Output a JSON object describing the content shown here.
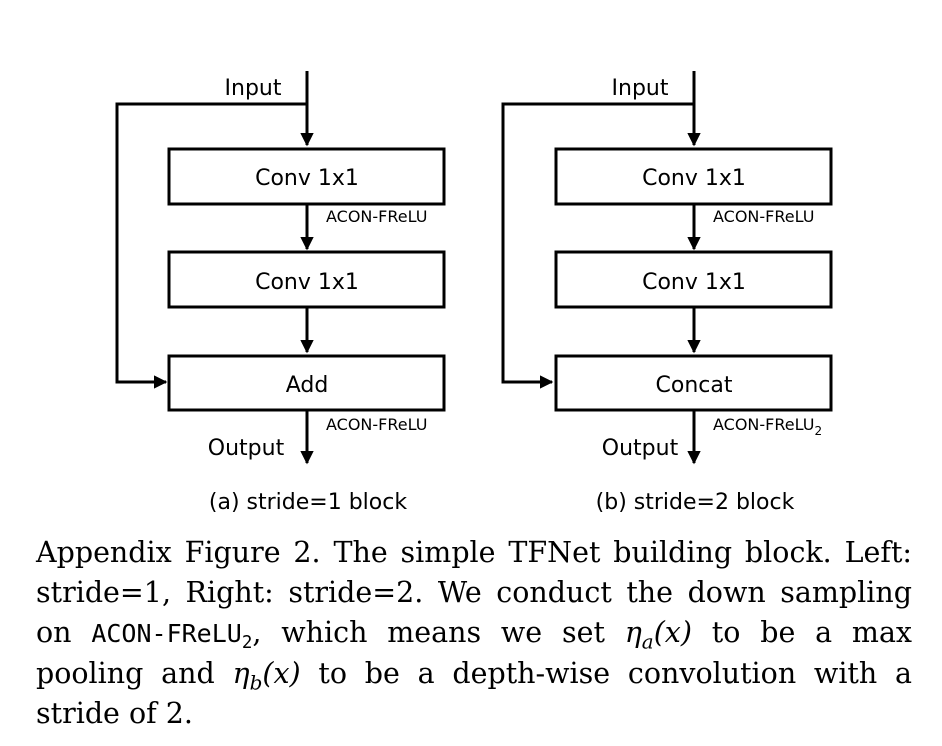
{
  "diagram_a": {
    "input": "Input",
    "conv1": "Conv 1x1",
    "act1": "ACON-FReLU",
    "conv2": "Conv 1x1",
    "merge": "Add",
    "act2": "ACON-FReLU",
    "output": "Output",
    "caption": "(a) stride=1 block"
  },
  "diagram_b": {
    "input": "Input",
    "conv1": "Conv 1x1",
    "act1": "ACON-FReLU",
    "conv2": "Conv 1x1",
    "merge": "Concat",
    "act2": "ACON-FReLU",
    "act2_sub": "2",
    "output": "Output",
    "caption": "(b) stride=2 block"
  },
  "caption": {
    "p1": "Appendix Figure 2. The simple TFNet building block. Left: stride=1, Right: stride=2. We conduct the down sampling on ",
    "code": "ACON-FReLU",
    "code_sub": "2",
    "p2": ", which means we set ",
    "eta": "η",
    "sub_a": "a",
    "x": "(x)",
    "p3": " to be a max pooling and ",
    "sub_b": "b",
    "p4": " to be a depth-wise convolution with a stride of 2."
  }
}
